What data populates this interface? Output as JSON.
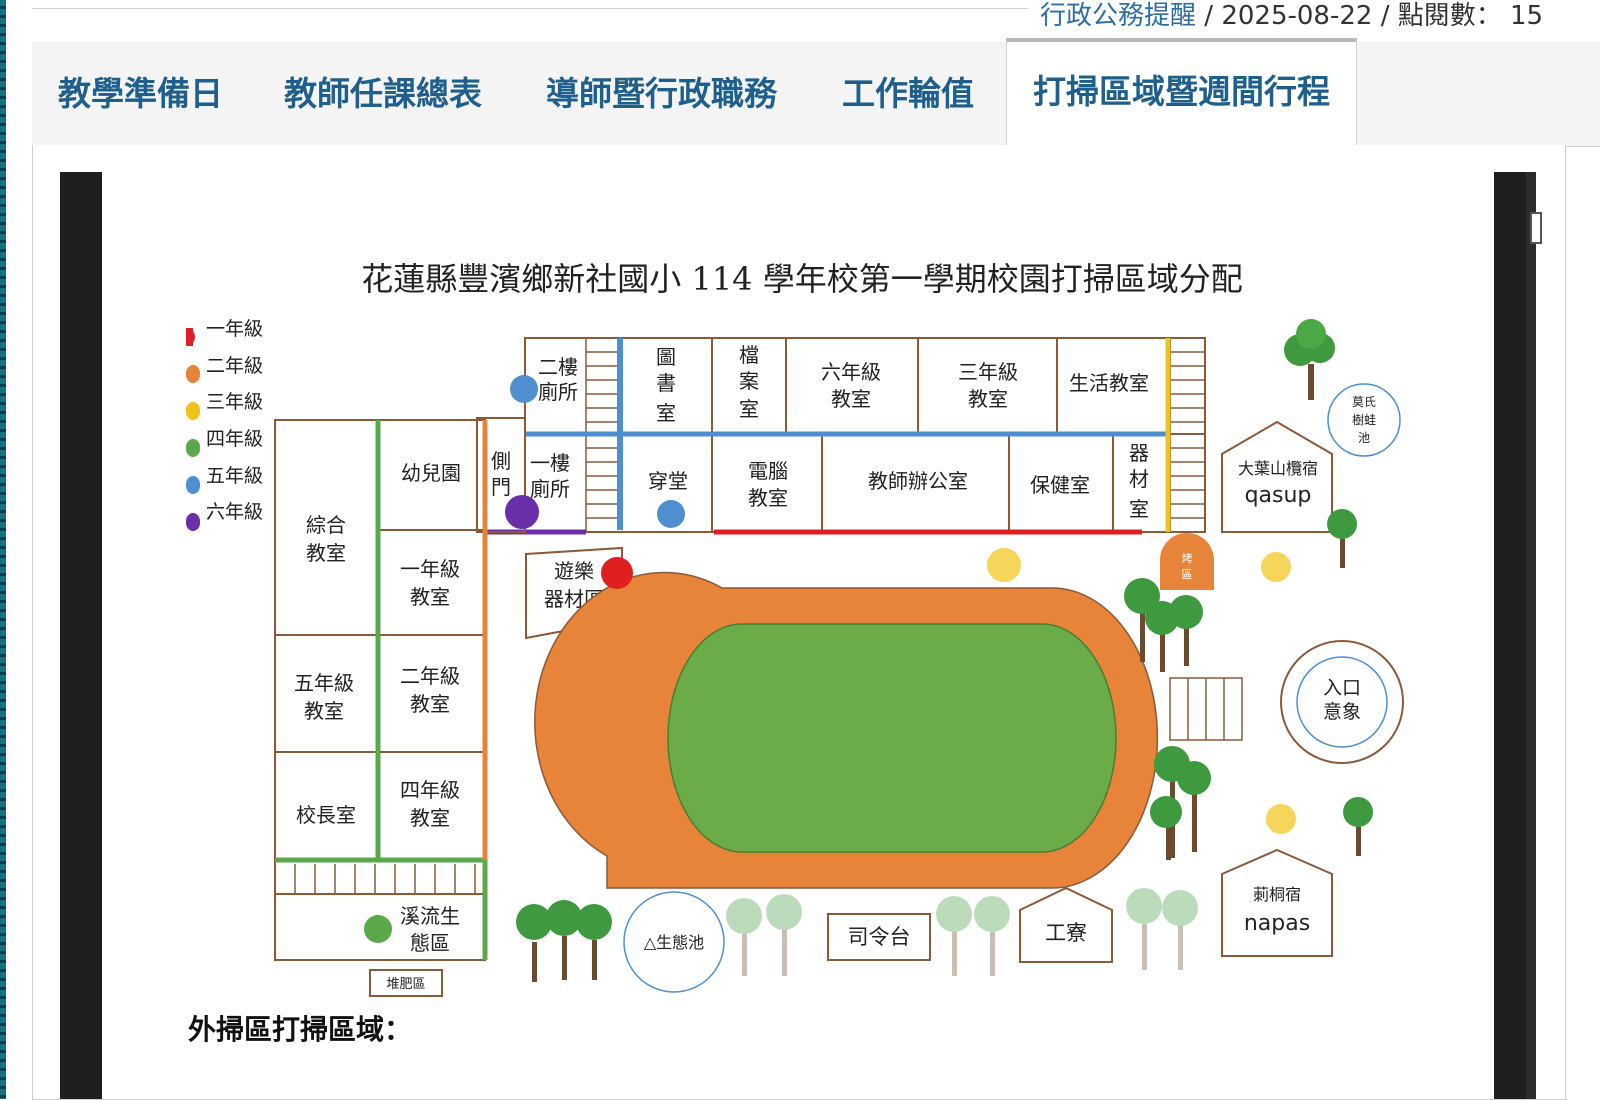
{
  "meta": {
    "category": "行政公務提醒",
    "date": "2025-08-22",
    "views_label": "點閱數：",
    "views": "15"
  },
  "tabs": [
    {
      "label": "教學準備日",
      "active": false
    },
    {
      "label": "教師任課總表",
      "active": false
    },
    {
      "label": "導師暨行政職務",
      "active": false
    },
    {
      "label": "工作輪值",
      "active": false
    },
    {
      "label": "打掃區域暨週間行程",
      "active": true
    }
  ],
  "map": {
    "title": "花蓮縣豐濱鄉新社國小 114 學年校第一學期校園打掃區域分配",
    "legend": [
      {
        "label": "一年級",
        "color": "#e02020"
      },
      {
        "label": "二年級",
        "color": "#e8833a"
      },
      {
        "label": "三年級",
        "color": "#f2c21c"
      },
      {
        "label": "四年級",
        "color": "#5aa84a"
      },
      {
        "label": "五年級",
        "color": "#4f8fd0"
      },
      {
        "label": "六年級",
        "color": "#6a2fa8"
      }
    ],
    "rooms": {
      "toilet2": [
        "二樓",
        "廁所"
      ],
      "library": [
        "圖",
        "書",
        "室"
      ],
      "archive": [
        "檔",
        "案",
        "室"
      ],
      "grade6": [
        "六年級",
        "教室"
      ],
      "grade3": [
        "三年級",
        "教室"
      ],
      "life": "生活教室",
      "side_door": [
        "側",
        "門"
      ],
      "toilet1": [
        "一樓",
        "廁所"
      ],
      "hall": "穿堂",
      "computer": [
        "電腦",
        "教室"
      ],
      "office": "教師辦公室",
      "health": "保健室",
      "equipment": [
        "器",
        "材",
        "室"
      ],
      "kindergarten": "幼兒園",
      "multi": [
        "綜合",
        "教室"
      ],
      "grade1": [
        "一年級",
        "教室"
      ],
      "grade2": [
        "二年級",
        "教室"
      ],
      "grade5": [
        "五年級",
        "教室"
      ],
      "grade4": [
        "四年級",
        "教室"
      ],
      "principal": "校長室",
      "stream": [
        "溪流生",
        "態區"
      ],
      "compost": "堆肥區",
      "playground": [
        "遊樂",
        "器材區"
      ],
      "pond": "△生態池",
      "stage": "司令台",
      "shed": "工寮",
      "bbq": [
        "烤",
        "區"
      ],
      "frog_pond": [
        "莫氏",
        "樹蛙",
        "池"
      ],
      "dayeshan": "大葉山欖宿",
      "qasup": "qasup",
      "entrance": [
        "入口",
        "意象"
      ],
      "litong": "莿桐宿",
      "napas": "napas"
    }
  },
  "section_heading": "外掃區打掃區域："
}
